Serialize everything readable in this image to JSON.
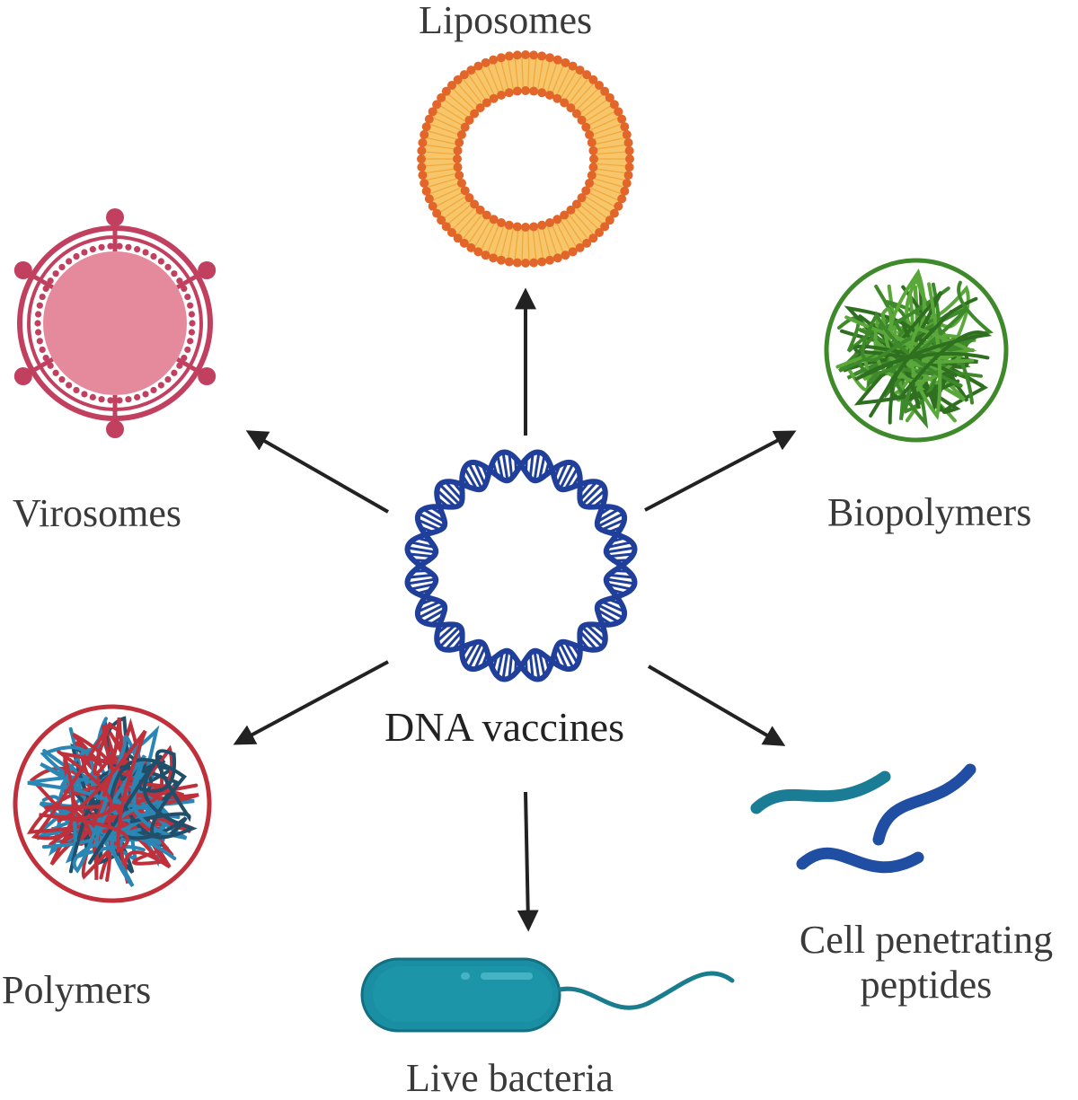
{
  "diagram": {
    "center": {
      "label": "DNA vaccines",
      "icon": "dna-plasmid-icon",
      "color": "#1f3f9a"
    },
    "nodes": [
      {
        "id": "liposomes",
        "label": "Liposomes",
        "icon": "liposome-icon",
        "colors": {
          "head": "#e2662a",
          "tail": "#f7c56a"
        }
      },
      {
        "id": "biopolymers",
        "label": "Biopolymers",
        "icon": "biopolymer-tangle-icon",
        "colors": {
          "strand": "#3e8a2a"
        }
      },
      {
        "id": "cell-penetrating-peptides",
        "label": "Cell penetrating\npeptides",
        "label_lines": [
          "Cell penetrating",
          "peptides"
        ],
        "icon": "peptide-strands-icon",
        "colors": {
          "a": "#1a7d95",
          "b": "#1f4ea3"
        }
      },
      {
        "id": "live-bacteria",
        "label": "Live bacteria",
        "icon": "bacterium-icon",
        "colors": {
          "body": "#1a8fa3"
        }
      },
      {
        "id": "polymers",
        "label": "Polymers",
        "icon": "polymer-tangle-icon",
        "colors": {
          "a": "#c0303a",
          "b": "#2a86b5"
        }
      },
      {
        "id": "virosomes",
        "label": "Virosomes",
        "icon": "virosome-icon",
        "colors": {
          "fill": "#e5899c",
          "stroke": "#c2405f"
        }
      }
    ]
  }
}
